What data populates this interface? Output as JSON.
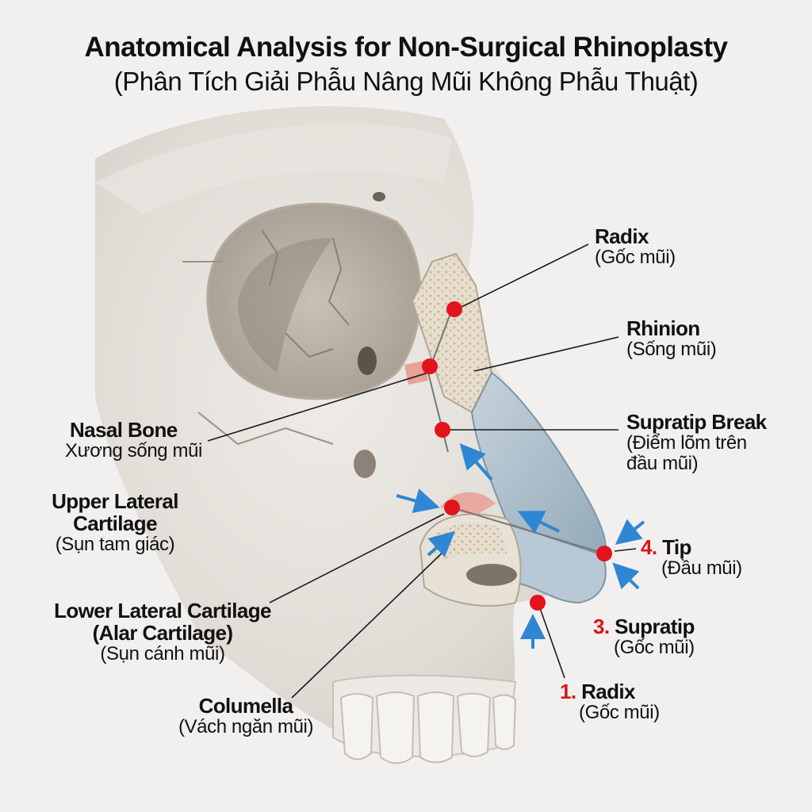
{
  "title": {
    "line1": "Anatomical Analysis for Non-Surgical Rhinoplasty",
    "line2": "(Phân Tích Giải Phẫu Nâng Mũi Không Phẫu Thuật)"
  },
  "colors": {
    "marker": "#e3131c",
    "arrow": "#2f86d4",
    "bone": "#e4e0da",
    "cartilage": "#a9bfcd",
    "leader_line": "#1a1a1a"
  },
  "labels": {
    "radix": {
      "en": "Radix",
      "vn": "(Gốc mũi)"
    },
    "rhinion": {
      "en": "Rhinion",
      "vn": "(Sống mũi)"
    },
    "supratip_break": {
      "en": "Supratip Break",
      "vn1": "(Điểm lõm trên",
      "vn2": "đầu mũi)"
    },
    "tip": {
      "num": "4.",
      "en": "Tip",
      "vn": "(Đầu mũi)"
    },
    "supratip": {
      "num": "3.",
      "en": "Supratip",
      "vn": "(Gốc mũi)"
    },
    "radix_1": {
      "num": "1.",
      "en": "Radix",
      "vn": "(Gốc mũi)"
    },
    "nasal_bone": {
      "en": "Nasal Bone",
      "vn": "Xương sống mũi"
    },
    "upper_lateral": {
      "en1": "Upper Lateral",
      "en2": "Cartilage",
      "vn": "(Sụn tam giác)"
    },
    "lower_lateral": {
      "en1": "Lower Lateral Cartilage",
      "en2": "(Alar Cartilage)",
      "vn": "(Sụn cánh mũi)"
    },
    "columella": {
      "en": "Columella",
      "vn": "(Vách ngăn mũi)"
    }
  },
  "icons": [
    "skull-illustration",
    "red-marker-dot",
    "blue-arrow"
  ]
}
